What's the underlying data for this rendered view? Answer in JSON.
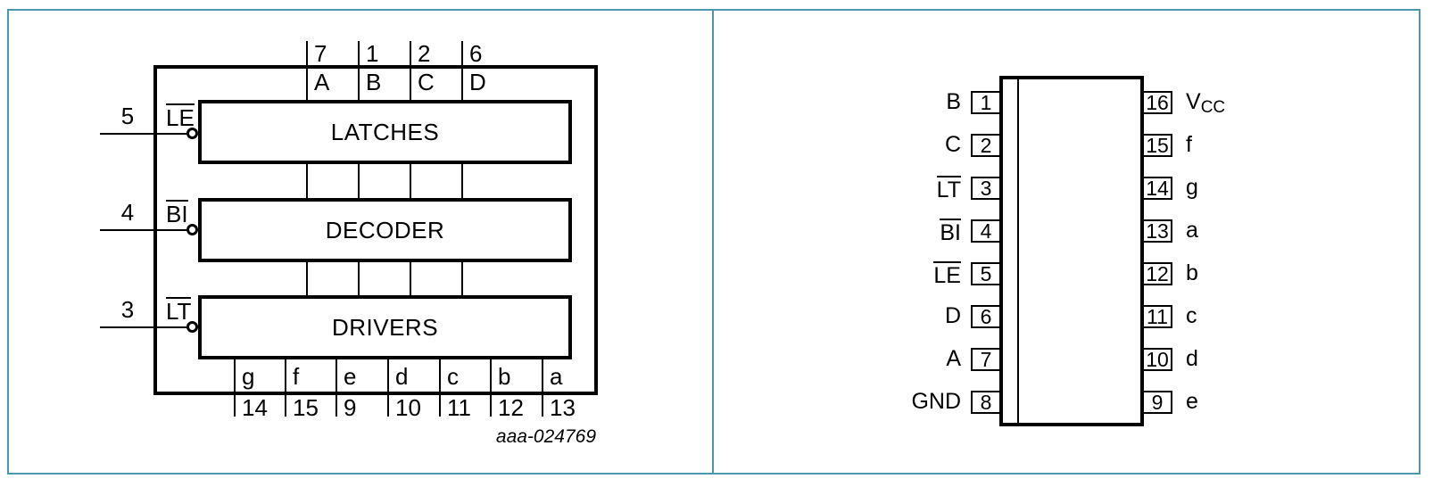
{
  "colors": {
    "frame": "#4a98ad",
    "ink": "#000000",
    "background": "#ffffff"
  },
  "block_diagram": {
    "caption": "aaa-024769",
    "blocks": [
      {
        "label": "LATCHES"
      },
      {
        "label": "DECODER"
      },
      {
        "label": "DRIVERS"
      }
    ],
    "top_pins": [
      {
        "pin": "7",
        "signal": "A"
      },
      {
        "pin": "1",
        "signal": "B"
      },
      {
        "pin": "2",
        "signal": "C"
      },
      {
        "pin": "6",
        "signal": "D"
      }
    ],
    "left_pins": [
      {
        "pin": "5",
        "signal": "LE",
        "active_low": true,
        "block": "LATCHES"
      },
      {
        "pin": "4",
        "signal": "BI",
        "active_low": true,
        "block": "DECODER"
      },
      {
        "pin": "3",
        "signal": "LT",
        "active_low": true,
        "block": "DRIVERS"
      }
    ],
    "bottom_pins": [
      {
        "signal": "g",
        "pin": "14"
      },
      {
        "signal": "f",
        "pin": "15"
      },
      {
        "signal": "e",
        "pin": "9"
      },
      {
        "signal": "d",
        "pin": "10"
      },
      {
        "signal": "c",
        "pin": "11"
      },
      {
        "signal": "b",
        "pin": "12"
      },
      {
        "signal": "a",
        "pin": "13"
      }
    ]
  },
  "pinout": {
    "left_pins": [
      {
        "pin": "1",
        "signal": "B"
      },
      {
        "pin": "2",
        "signal": "C"
      },
      {
        "pin": "3",
        "signal": "LT",
        "active_low": true
      },
      {
        "pin": "4",
        "signal": "BI",
        "active_low": true
      },
      {
        "pin": "5",
        "signal": "LE",
        "active_low": true
      },
      {
        "pin": "6",
        "signal": "D"
      },
      {
        "pin": "7",
        "signal": "A"
      },
      {
        "pin": "8",
        "signal": "GND"
      }
    ],
    "right_pins": [
      {
        "pin": "16",
        "signal_main": "V",
        "signal_sub": "CC"
      },
      {
        "pin": "15",
        "signal": "f"
      },
      {
        "pin": "14",
        "signal": "g"
      },
      {
        "pin": "13",
        "signal": "a"
      },
      {
        "pin": "12",
        "signal": "b"
      },
      {
        "pin": "11",
        "signal": "c"
      },
      {
        "pin": "10",
        "signal": "d"
      },
      {
        "pin": "9",
        "signal": "e"
      }
    ]
  }
}
